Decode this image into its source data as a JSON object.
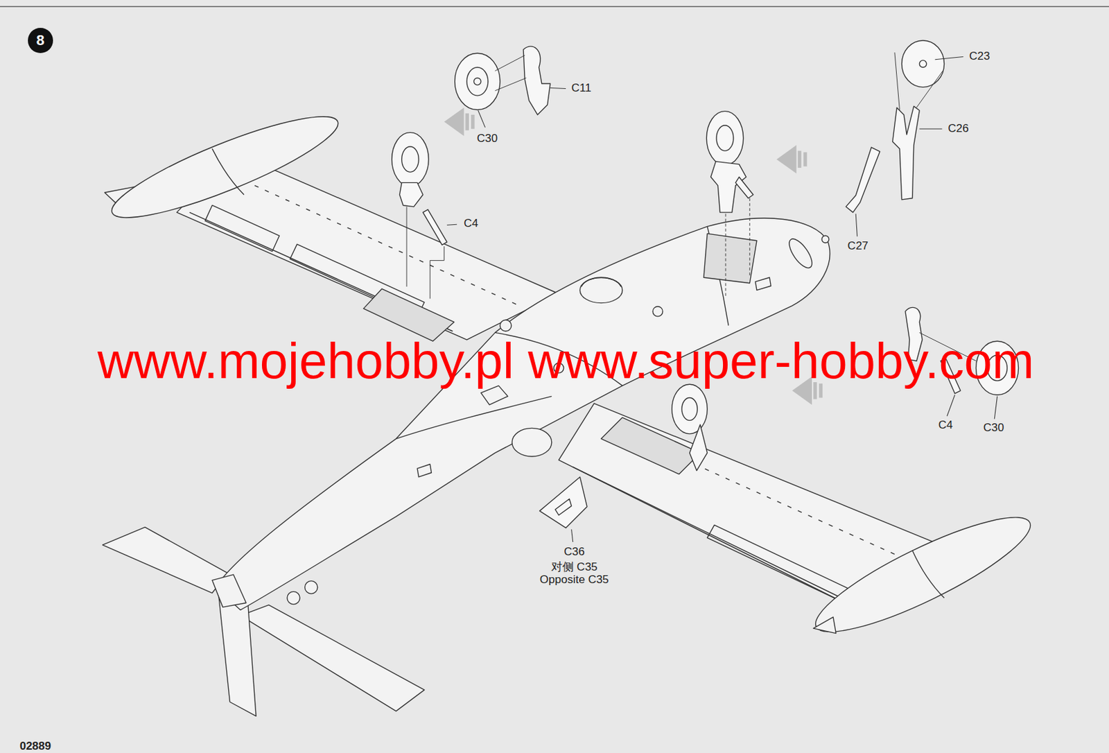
{
  "diagram": {
    "nodes": [
      {
        "text": [
          "8"
        ]
      }
    ],
    "labels": [
      "C30",
      "C11",
      "C4",
      "C23",
      "C26",
      "C27",
      "www.mojehobby.pl www.super-hobby.com",
      "C4",
      "C30",
      "C36",
      "对侧 C35",
      "Opposite C35",
      "02889"
    ]
  }
}
